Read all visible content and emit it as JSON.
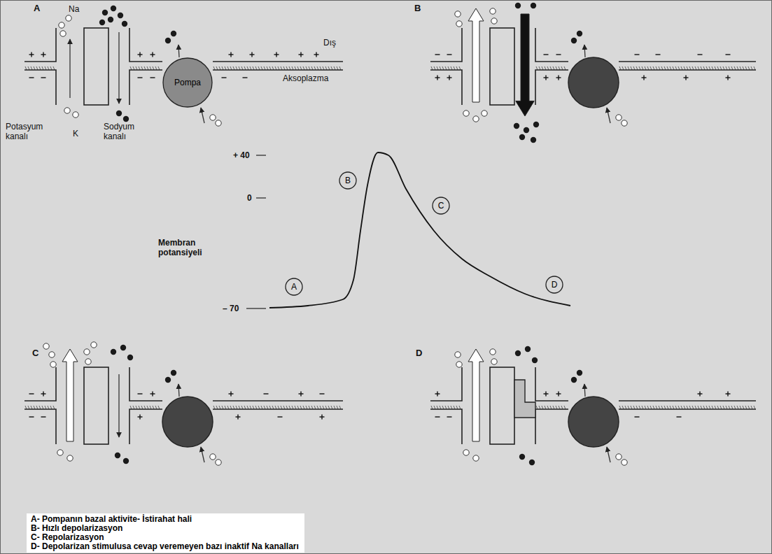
{
  "diagram": {
    "nodes": [
      {
        "text": [
          "Pompa"
        ]
      },
      {
        "text": [
          "A"
        ]
      },
      {
        "text": [
          "B"
        ]
      },
      {
        "text": [
          "C"
        ]
      },
      {
        "text": [
          "D"
        ]
      },
      {
        "text": [
          "A- Pompanın bazal aktivite- İstirahat hali",
          "B- Hızlı depolarizasyon",
          "C- Repolarizasyon",
          "D- Depolarizan stimulusa cevap veremeyen bazı inaktif Na kanalları"
        ]
      }
    ],
    "labels": [
      "A",
      "Na",
      "Dış",
      "Aksoplazma",
      "Potasyum kanalı",
      "K",
      "Sodyum kanalı",
      "B",
      "+ 40",
      "0",
      "– 70",
      "Membran potansiyeli",
      "C",
      "D"
    ]
  }
}
